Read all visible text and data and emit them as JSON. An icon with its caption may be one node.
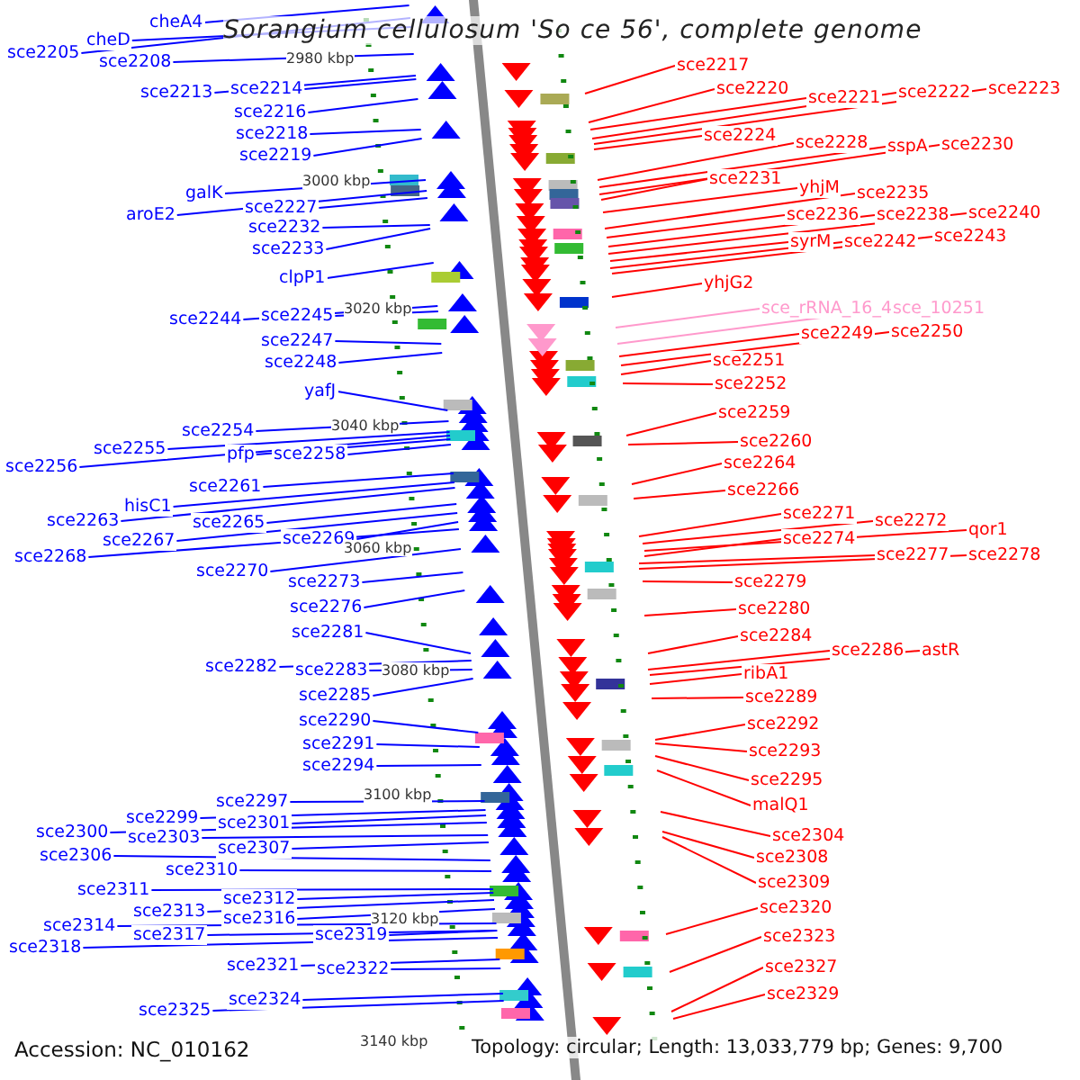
{
  "diagram": {
    "title": "Sorangium cellulosum 'So ce 56', complete genome",
    "nodes": [
      {
        "text": [
          "cheA4"
        ]
      },
      {
        "text": [
          "cheD"
        ]
      },
      {
        "text": [
          "sce2205"
        ]
      },
      {
        "text": [
          "sce2208"
        ]
      },
      {
        "text": [
          "sce2213"
        ]
      },
      {
        "text": [
          "sce2214"
        ]
      },
      {
        "text": [
          "sce2216"
        ]
      },
      {
        "text": [
          "sce2218"
        ]
      },
      {
        "text": [
          "sce2219"
        ]
      },
      {
        "text": [
          "galK"
        ]
      },
      {
        "text": [
          "aroE2"
        ]
      },
      {
        "text": [
          "sce2227"
        ]
      },
      {
        "text": [
          "sce2232"
        ]
      },
      {
        "text": [
          "sce2233"
        ]
      },
      {
        "text": [
          "clpP1"
        ]
      },
      {
        "text": [
          "sce2244"
        ]
      },
      {
        "text": [
          "sce2245"
        ]
      },
      {
        "text": [
          "sce2247"
        ]
      },
      {
        "text": [
          "sce2248"
        ]
      },
      {
        "text": [
          "yafJ"
        ]
      },
      {
        "text": [
          "sce2254"
        ]
      },
      {
        "text": [
          "sce2255"
        ]
      },
      {
        "text": [
          "pfp"
        ]
      },
      {
        "text": [
          "sce2258"
        ]
      },
      {
        "text": [
          "sce2256"
        ]
      },
      {
        "text": [
          "sce2261"
        ]
      },
      {
        "text": [
          "hisC1"
        ]
      },
      {
        "text": [
          "sce2263"
        ]
      },
      {
        "text": [
          "sce2265"
        ]
      },
      {
        "text": [
          "sce2267"
        ]
      },
      {
        "text": [
          "sce2269"
        ]
      },
      {
        "text": [
          "sce2268"
        ]
      },
      {
        "text": [
          "sce2270"
        ]
      },
      {
        "text": [
          "sce2273"
        ]
      },
      {
        "text": [
          "sce2276"
        ]
      },
      {
        "text": [
          "sce2281"
        ]
      },
      {
        "text": [
          "sce2282"
        ]
      },
      {
        "text": [
          "sce2283"
        ]
      },
      {
        "text": [
          "sce2285"
        ]
      },
      {
        "text": [
          "sce2290"
        ]
      },
      {
        "text": [
          "sce2291"
        ]
      },
      {
        "text": [
          "sce2294"
        ]
      },
      {
        "text": [
          "sce2297"
        ]
      },
      {
        "text": [
          "sce2299"
        ]
      },
      {
        "text": [
          "sce2301"
        ]
      },
      {
        "text": [
          "sce2300"
        ]
      },
      {
        "text": [
          "sce2303"
        ]
      },
      {
        "text": [
          "sce2307"
        ]
      },
      {
        "text": [
          "sce2306"
        ]
      },
      {
        "text": [
          "sce2310"
        ]
      },
      {
        "text": [
          "sce2311"
        ]
      },
      {
        "text": [
          "sce2312"
        ]
      },
      {
        "text": [
          "sce2313"
        ]
      },
      {
        "text": [
          "sce2316"
        ]
      },
      {
        "text": [
          "sce2314"
        ]
      },
      {
        "text": [
          "sce2317"
        ]
      },
      {
        "text": [
          "sce2319"
        ]
      },
      {
        "text": [
          "sce2318"
        ]
      },
      {
        "text": [
          "sce2321"
        ]
      },
      {
        "text": [
          "sce2322"
        ]
      },
      {
        "text": [
          "sce2324"
        ]
      },
      {
        "text": [
          "sce2325"
        ]
      },
      {
        "text": [
          "sce2217"
        ]
      },
      {
        "text": [
          "sce2220"
        ]
      },
      {
        "text": [
          "sce2221"
        ]
      },
      {
        "text": [
          "sce2222"
        ]
      },
      {
        "text": [
          "sce2223"
        ]
      },
      {
        "text": [
          "sce2224"
        ]
      },
      {
        "text": [
          "sce2228"
        ]
      },
      {
        "text": [
          "sspA"
        ]
      },
      {
        "text": [
          "sce2230"
        ]
      },
      {
        "text": [
          "sce2231"
        ]
      },
      {
        "text": [
          "yhjM"
        ]
      },
      {
        "text": [
          "sce2235"
        ]
      },
      {
        "text": [
          "sce2236"
        ]
      },
      {
        "text": [
          "sce2238"
        ]
      },
      {
        "text": [
          "sce2240"
        ]
      },
      {
        "text": [
          "syrM"
        ]
      },
      {
        "text": [
          "sce2242"
        ]
      },
      {
        "text": [
          "sce2243"
        ]
      },
      {
        "text": [
          "yhjG2"
        ]
      },
      {
        "text": [
          "sce_rRNA_16_4"
        ]
      },
      {
        "text": [
          "sce_10251"
        ]
      },
      {
        "text": [
          "sce2249"
        ]
      },
      {
        "text": [
          "sce2250"
        ]
      },
      {
        "text": [
          "sce2251"
        ]
      },
      {
        "text": [
          "sce2252"
        ]
      },
      {
        "text": [
          "sce2259"
        ]
      },
      {
        "text": [
          "sce2260"
        ]
      },
      {
        "text": [
          "sce2264"
        ]
      },
      {
        "text": [
          "sce2266"
        ]
      },
      {
        "text": [
          "sce2271"
        ]
      },
      {
        "text": [
          "sce2272"
        ]
      },
      {
        "text": [
          "qor1"
        ]
      },
      {
        "text": [
          "sce2274"
        ]
      },
      {
        "text": [
          "sce2277"
        ]
      },
      {
        "text": [
          "sce2278"
        ]
      },
      {
        "text": [
          "sce2279"
        ]
      },
      {
        "text": [
          "sce2280"
        ]
      },
      {
        "text": [
          "sce2284"
        ]
      },
      {
        "text": [
          "sce2286"
        ]
      },
      {
        "text": [
          "astR"
        ]
      },
      {
        "text": [
          "ribA1"
        ]
      },
      {
        "text": [
          "sce2289"
        ]
      },
      {
        "text": [
          "sce2292"
        ]
      },
      {
        "text": [
          "sce2293"
        ]
      },
      {
        "text": [
          "sce2295"
        ]
      },
      {
        "text": [
          "malQ1"
        ]
      },
      {
        "text": [
          "sce2304"
        ]
      },
      {
        "text": [
          "sce2308"
        ]
      },
      {
        "text": [
          "sce2309"
        ]
      },
      {
        "text": [
          "sce2320"
        ]
      },
      {
        "text": [
          "sce2323"
        ]
      },
      {
        "text": [
          "sce2327"
        ]
      },
      {
        "text": [
          "sce2329"
        ]
      }
    ],
    "edges": [
      {
        "from": 0,
        "to": null,
        "arrow": "none"
      },
      {
        "from": 1,
        "to": null,
        "arrow": "none"
      },
      {
        "from": 2,
        "to": null,
        "arrow": "none"
      },
      {
        "from": 3,
        "to": null,
        "arrow": "none"
      },
      {
        "from": 4,
        "to": null,
        "arrow": "none"
      },
      {
        "from": 5,
        "to": null,
        "arrow": "none"
      },
      {
        "from": 6,
        "to": null,
        "arrow": "none"
      },
      {
        "from": 7,
        "to": null,
        "arrow": "none"
      },
      {
        "from": 8,
        "to": null,
        "arrow": "none"
      },
      {
        "from": 9,
        "to": null,
        "arrow": "none"
      },
      {
        "from": 10,
        "to": null,
        "arrow": "none"
      },
      {
        "from": 11,
        "to": null,
        "arrow": "none"
      },
      {
        "from": 12,
        "to": null,
        "arrow": "none"
      },
      {
        "from": 13,
        "to": null,
        "arrow": "none"
      },
      {
        "from": 14,
        "to": null,
        "arrow": "none"
      },
      {
        "from": 15,
        "to": null,
        "arrow": "none"
      },
      {
        "from": 16,
        "to": null,
        "arrow": "none"
      },
      {
        "from": 17,
        "to": null,
        "arrow": "none"
      },
      {
        "from": 18,
        "to": null,
        "arrow": "none"
      },
      {
        "from": 19,
        "to": null,
        "arrow": "none"
      },
      {
        "from": 20,
        "to": null,
        "arrow": "none"
      },
      {
        "from": 21,
        "to": null,
        "arrow": "none"
      },
      {
        "from": 22,
        "to": null,
        "arrow": "none"
      },
      {
        "from": 23,
        "to": null,
        "arrow": "none"
      },
      {
        "from": 24,
        "to": null,
        "arrow": "none"
      },
      {
        "from": 25,
        "to": null,
        "arrow": "none"
      },
      {
        "from": 26,
        "to": null,
        "arrow": "none"
      },
      {
        "from": 27,
        "to": null,
        "arrow": "none"
      },
      {
        "from": 28,
        "to": null,
        "arrow": "none"
      },
      {
        "from": 29,
        "to": null,
        "arrow": "none"
      },
      {
        "from": 30,
        "to": null,
        "arrow": "none"
      },
      {
        "from": 31,
        "to": null,
        "arrow": "none"
      },
      {
        "from": 32,
        "to": null,
        "arrow": "none"
      },
      {
        "from": 33,
        "to": null,
        "arrow": "none"
      },
      {
        "from": 34,
        "to": null,
        "arrow": "none"
      },
      {
        "from": 35,
        "to": null,
        "arrow": "none"
      },
      {
        "from": 36,
        "to": null,
        "arrow": "none"
      },
      {
        "from": 37,
        "to": null,
        "arrow": "none"
      },
      {
        "from": 38,
        "to": null,
        "arrow": "none"
      },
      {
        "from": 39,
        "to": null,
        "arrow": "none"
      },
      {
        "from": 40,
        "to": null,
        "arrow": "none"
      },
      {
        "from": 41,
        "to": null,
        "arrow": "none"
      },
      {
        "from": 42,
        "to": null,
        "arrow": "none"
      },
      {
        "from": 43,
        "to": null,
        "arrow": "none"
      },
      {
        "from": 44,
        "to": null,
        "arrow": "none"
      },
      {
        "from": 45,
        "to": null,
        "arrow": "none"
      },
      {
        "from": 46,
        "to": null,
        "arrow": "none"
      },
      {
        "from": 47,
        "to": null,
        "arrow": "none"
      },
      {
        "from": 48,
        "to": null,
        "arrow": "none"
      },
      {
        "from": 49,
        "to": null,
        "arrow": "none"
      },
      {
        "from": 50,
        "to": null,
        "arrow": "none"
      },
      {
        "from": 51,
        "to": null,
        "arrow": "none"
      },
      {
        "from": 52,
        "to": null,
        "arrow": "none"
      },
      {
        "from": 53,
        "to": null,
        "arrow": "none"
      },
      {
        "from": 54,
        "to": null,
        "arrow": "none"
      },
      {
        "from": 55,
        "to": null,
        "arrow": "none"
      },
      {
        "from": 56,
        "to": null,
        "arrow": "none"
      },
      {
        "from": 57,
        "to": null,
        "arrow": "none"
      },
      {
        "from": 58,
        "to": null,
        "arrow": "none"
      },
      {
        "from": 59,
        "to": null,
        "arrow": "none"
      },
      {
        "from": 60,
        "to": null,
        "arrow": "none"
      },
      {
        "from": 61,
        "to": null,
        "arrow": "none"
      },
      {
        "from": 62,
        "to": null,
        "arrow": "none",
        "color": "#ff0000"
      },
      {
        "from": 63,
        "to": null,
        "arrow": "none",
        "color": "#ff0000"
      },
      {
        "from": 64,
        "to": null,
        "arrow": "none",
        "color": "#ff0000"
      },
      {
        "from": 65,
        "to": null,
        "arrow": "none",
        "color": "#ff0000"
      },
      {
        "from": 66,
        "to": null,
        "arrow": "none",
        "color": "#ff0000"
      },
      {
        "from": 67,
        "to": null,
        "arrow": "none",
        "color": "#ff0000"
      },
      {
        "from": 68,
        "to": null,
        "arrow": "none",
        "color": "#ff0000"
      },
      {
        "from": 69,
        "to": null,
        "arrow": "none",
        "color": "#ff0000"
      },
      {
        "from": 70,
        "to": null,
        "arrow": "none",
        "color": "#ff0000"
      },
      {
        "from": 71,
        "to": null,
        "arrow": "none",
        "color": "#ff0000"
      },
      {
        "from": 72,
        "to": null,
        "arrow": "none",
        "color": "#ff0000"
      },
      {
        "from": 73,
        "to": null,
        "arrow": "none",
        "color": "#ff0000"
      },
      {
        "from": 74,
        "to": null,
        "arrow": "none",
        "color": "#ff0000"
      },
      {
        "from": 75,
        "to": null,
        "arrow": "none",
        "color": "#ff0000"
      },
      {
        "from": 76,
        "to": null,
        "arrow": "none",
        "color": "#ff0000"
      },
      {
        "from": 77,
        "to": null,
        "arrow": "none",
        "color": "#ff0000"
      },
      {
        "from": 78,
        "to": null,
        "arrow": "none",
        "color": "#ff0000"
      },
      {
        "from": 79,
        "to": null,
        "arrow": "none",
        "color": "#ff0000"
      },
      {
        "from": 80,
        "to": null,
        "arrow": "none",
        "color": "#ff0000"
      },
      {
        "from": 81,
        "to": null,
        "arrow": "none",
        "color": "#ff99cc"
      },
      {
        "from": 82,
        "to": null,
        "arrow": "none",
        "color": "#ff99cc"
      },
      {
        "from": 83,
        "to": null,
        "arrow": "none",
        "color": "#ff0000"
      },
      {
        "from": 84,
        "to": null,
        "arrow": "none",
        "color": "#ff0000"
      },
      {
        "from": 85,
        "to": null,
        "arrow": "none",
        "color": "#ff0000"
      },
      {
        "from": 86,
        "to": null,
        "arrow": "none",
        "color": "#ff0000"
      },
      {
        "from": 87,
        "to": null,
        "arrow": "none",
        "color": "#ff0000"
      },
      {
        "from": 88,
        "to": null,
        "arrow": "none",
        "color": "#ff0000"
      },
      {
        "from": 89,
        "to": null,
        "arrow": "none",
        "color": "#ff0000"
      },
      {
        "from": 90,
        "to": null,
        "arrow": "none",
        "color": "#ff0000"
      },
      {
        "from": 91,
        "to": null,
        "arrow": "none",
        "color": "#ff0000"
      },
      {
        "from": 92,
        "to": null,
        "arrow": "none",
        "color": "#ff0000"
      },
      {
        "from": 93,
        "to": null,
        "arrow": "none",
        "color": "#ff0000"
      },
      {
        "from": 94,
        "to": null,
        "arrow": "none",
        "color": "#ff0000"
      },
      {
        "from": 95,
        "to": null,
        "arrow": "none",
        "color": "#ff0000"
      },
      {
        "from": 96,
        "to": null,
        "arrow": "none",
        "color": "#ff0000"
      },
      {
        "from": 97,
        "to": null,
        "arrow": "none",
        "color": "#ff0000"
      },
      {
        "from": 98,
        "to": null,
        "arrow": "none",
        "color": "#ff0000"
      },
      {
        "from": 99,
        "to": null,
        "arrow": "none",
        "color": "#ff0000"
      },
      {
        "from": 100,
        "to": null,
        "arrow": "none",
        "color": "#ff0000"
      },
      {
        "from": 101,
        "to": null,
        "arrow": "none",
        "color": "#ff0000"
      },
      {
        "from": 102,
        "to": null,
        "arrow": "none",
        "color": "#ff0000"
      },
      {
        "from": 103,
        "to": null,
        "arrow": "none",
        "color": "#ff0000"
      },
      {
        "from": 104,
        "to": null,
        "arrow": "none",
        "color": "#ff0000"
      },
      {
        "from": 105,
        "to": null,
        "arrow": "none",
        "color": "#ff0000"
      },
      {
        "from": 106,
        "to": null,
        "arrow": "none",
        "color": "#ff0000"
      },
      {
        "from": 107,
        "to": null,
        "arrow": "none",
        "color": "#ff0000"
      },
      {
        "from": 108,
        "to": null,
        "arrow": "none",
        "color": "#ff0000"
      },
      {
        "from": 109,
        "to": null,
        "arrow": "none",
        "color": "#ff0000"
      },
      {
        "from": 110,
        "to": null,
        "arrow": "none",
        "color": "#ff0000"
      },
      {
        "from": 111,
        "to": null,
        "arrow": "none",
        "color": "#ff0000"
      },
      {
        "from": 112,
        "to": null,
        "arrow": "none",
        "color": "#ff0000"
      },
      {
        "from": 113,
        "to": null,
        "arrow": "none",
        "color": "#ff0000"
      },
      {
        "from": 114,
        "to": null,
        "arrow": "none",
        "color": "#ff0000"
      }
    ],
    "labels": [
      "2980 kbp",
      "3000 kbp",
      "3020 kbp",
      "3040 kbp",
      "3060 kbp",
      "3080 kbp",
      "3100 kbp",
      "3120 kbp",
      "3140 kbp",
      "Accession: NC_010162",
      "Topology: circular; Length: 13,033,779 bp; Genes: 9,700"
    ]
  }
}
